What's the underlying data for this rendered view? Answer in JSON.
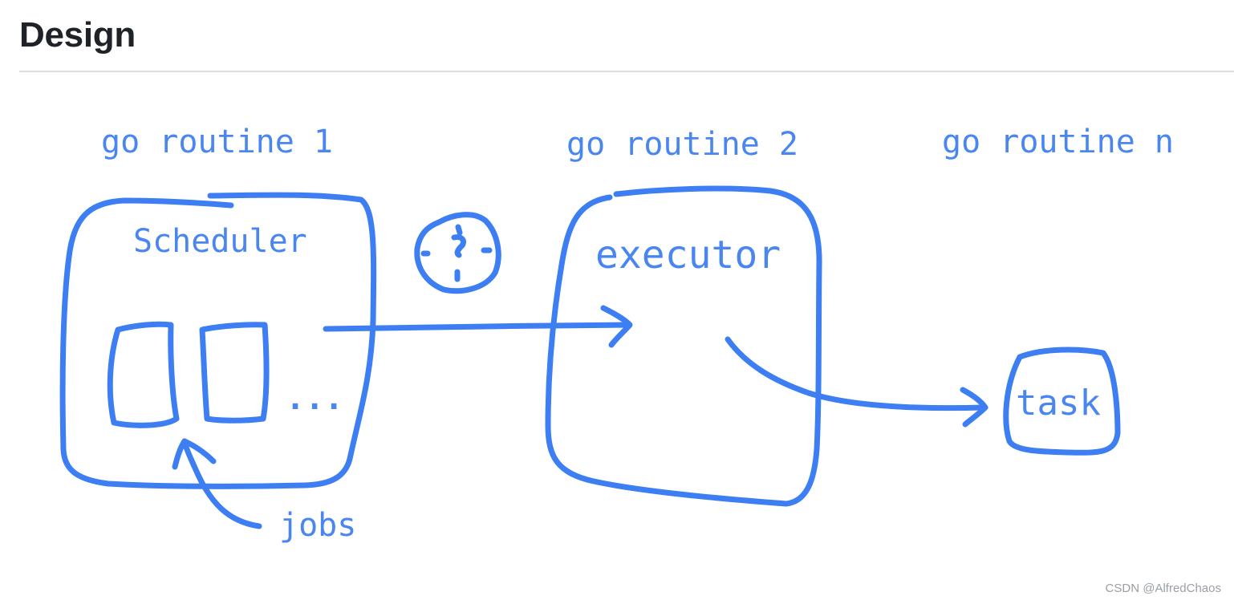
{
  "heading": "Design",
  "diagram": {
    "labels": {
      "goroutine_1": "go routine 1",
      "goroutine_2": "go routine 2",
      "goroutine_n": "go routine n",
      "scheduler": "Scheduler",
      "executor": "executor",
      "task": "task",
      "jobs": "jobs",
      "ellipsis": "..."
    },
    "stroke_color": "#3d7ff2",
    "icons": [
      "clock-icon"
    ]
  },
  "watermark": "CSDN @AlfredChaos"
}
